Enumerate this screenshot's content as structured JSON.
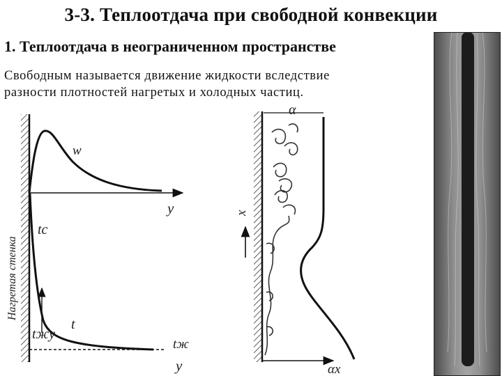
{
  "slide": {
    "title": "3-3. Теплоотдача при свободной конвекции",
    "subtitle": "1. Теплоотдача в неограниченном пространстве",
    "description": [
      "Свободным называется движение жидкости вследствие",
      "разности плотностей нагретых и холодных частиц."
    ]
  },
  "left_figure": {
    "wall_label": "Нагретая стенка",
    "velocity_label": "w",
    "axis_y_top": "y",
    "wall_temp_label": "tс",
    "fluid_temp_label": "tжу",
    "temperature_label": "t",
    "fluid_far_label": "tж",
    "axis_y_bottom": "y"
  },
  "right_figure": {
    "alpha_label": "α",
    "x_label": "x",
    "axis_alpha_x": "αx"
  }
}
